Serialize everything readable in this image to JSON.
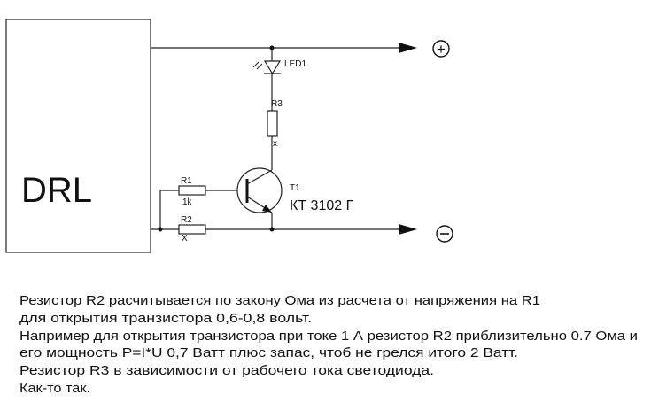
{
  "block": {
    "label": "DRL"
  },
  "terminals": {
    "plus": "+",
    "minus": "−"
  },
  "components": {
    "led": "LED1",
    "r3": {
      "name": "R3",
      "value": "x"
    },
    "r1": {
      "name": "R1",
      "value": "1k"
    },
    "r2": {
      "name": "R2",
      "value": "X"
    },
    "t1": {
      "name": "T1",
      "part": "КТ 3102 Г"
    }
  },
  "notes": [
    "Резистор R2 расчитывается по закону Ома из расчета от напряжения на R1",
    "для открытия транзистора  0,6-0,8 вольт.",
    "Например для открытия транзистора при токе 1 А резистор R2 приблизительно 0.7 Ома и",
    "его мощность P=I*U  0,7 Ватт плюс запас, чтоб не грелся  итого 2 Ватт.",
    "Резистор R3  в зависимости от рабочего тока светодиода.",
    "Как-то так."
  ]
}
